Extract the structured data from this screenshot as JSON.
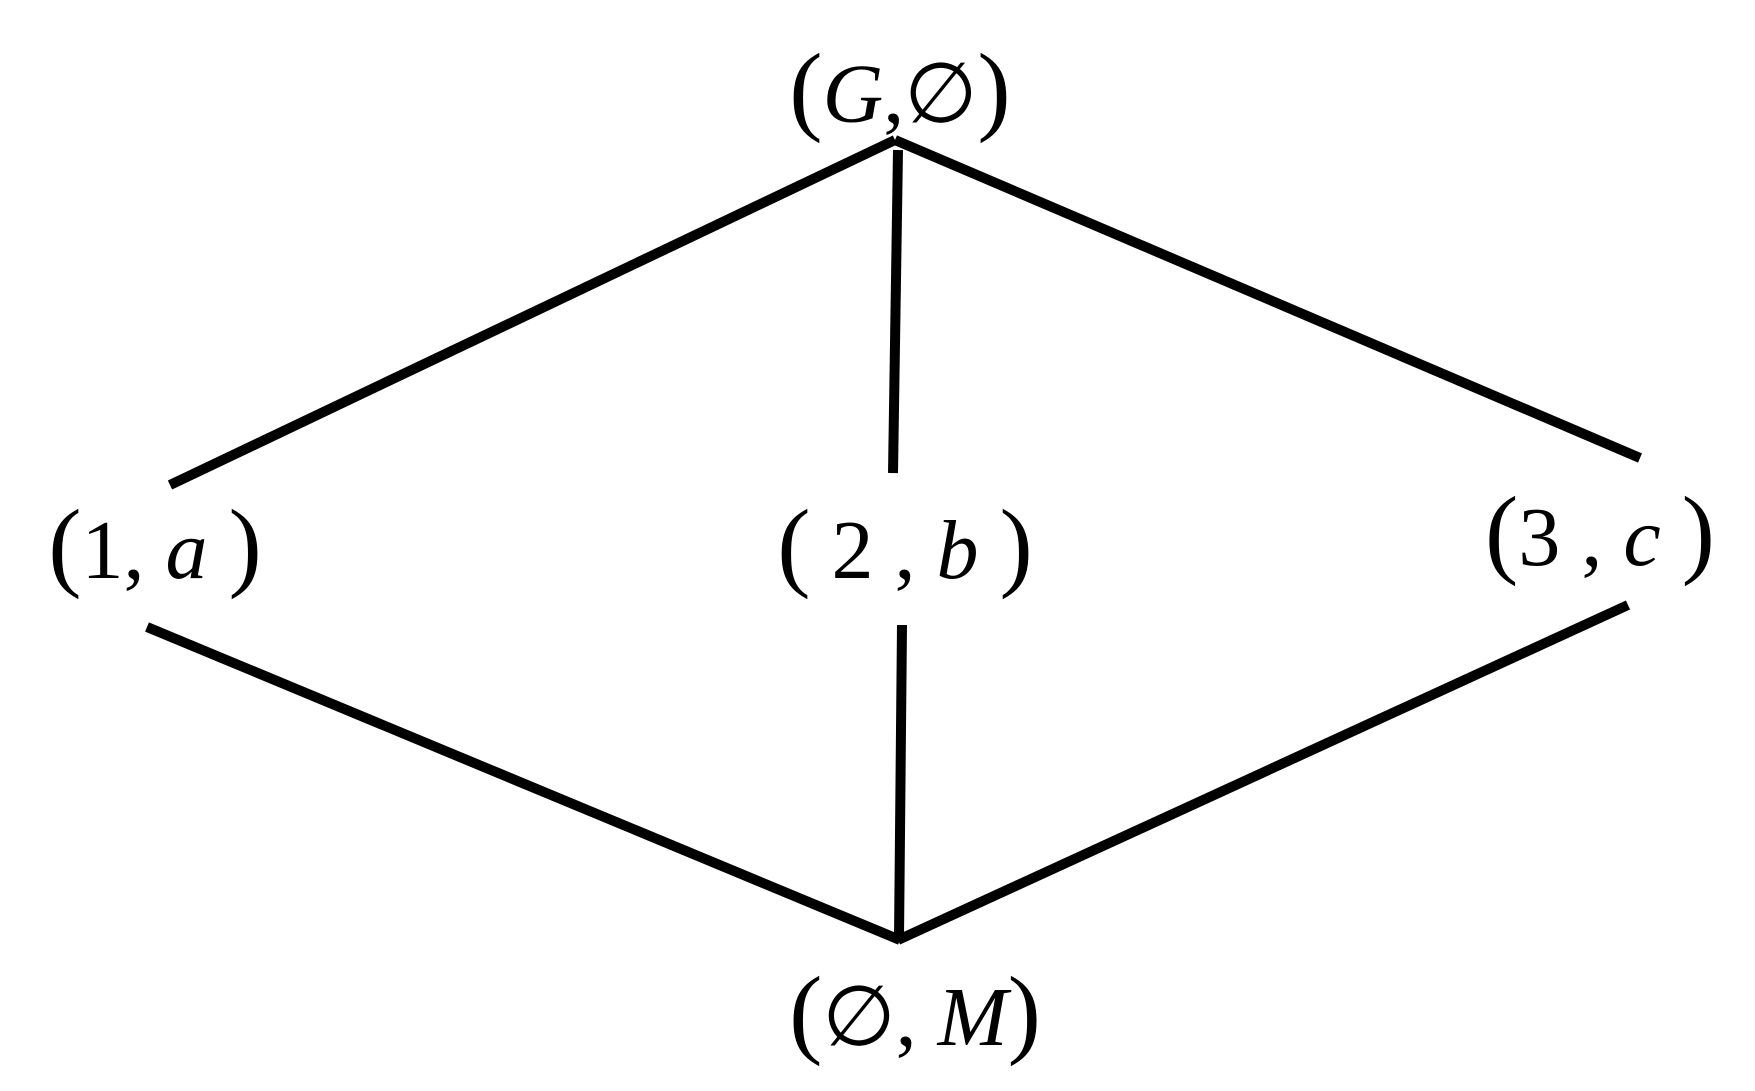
{
  "diagram": {
    "type": "concept-lattice",
    "nodes": [
      {
        "id": "top",
        "open": "(",
        "first": "G",
        "first_italic": true,
        "sep": ",",
        "second": "∅",
        "second_italic": false,
        "close": ")"
      },
      {
        "id": "node1",
        "open": "(",
        "first": "1",
        "first_italic": false,
        "sep": ",",
        "second": "a",
        "second_italic": true,
        "close": ")"
      },
      {
        "id": "node2",
        "open": "(",
        "first": "2",
        "first_italic": false,
        "sep": ",",
        "second": "b",
        "second_italic": true,
        "close": ")"
      },
      {
        "id": "node3",
        "open": "(",
        "first": "3",
        "first_italic": false,
        "sep": ",",
        "second": "c",
        "second_italic": true,
        "close": ")"
      },
      {
        "id": "bottom",
        "open": "(",
        "first": "∅",
        "first_italic": false,
        "sep": ",",
        "second": "M",
        "second_italic": true,
        "close": ")"
      }
    ],
    "edges": [
      {
        "from": "top",
        "to": "node1"
      },
      {
        "from": "top",
        "to": "node2"
      },
      {
        "from": "top",
        "to": "node3"
      },
      {
        "from": "node1",
        "to": "bottom"
      },
      {
        "from": "node2",
        "to": "bottom"
      },
      {
        "from": "node3",
        "to": "bottom"
      }
    ],
    "colors": {
      "line": "#000000",
      "text": "#000000",
      "background": "#ffffff"
    }
  }
}
